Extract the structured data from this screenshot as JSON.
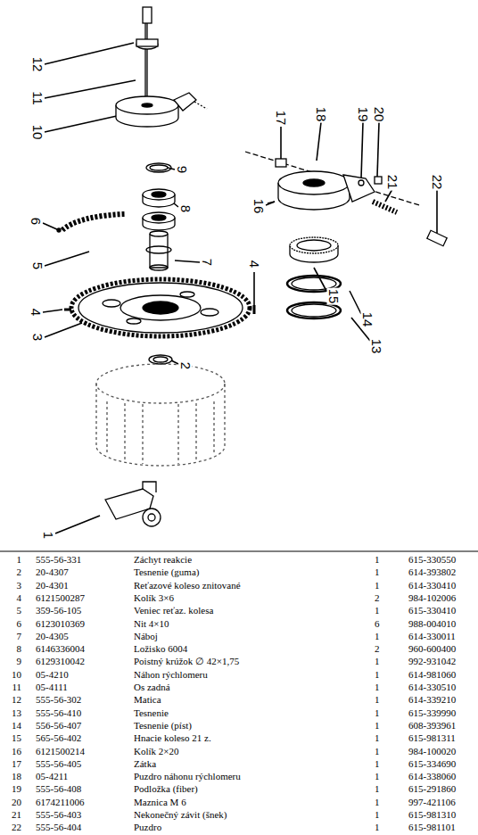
{
  "diagram": {
    "labels": [
      "12",
      "11",
      "10",
      "9",
      "8",
      "7",
      "6",
      "5",
      "4",
      "4",
      "3",
      "2",
      "1",
      "17",
      "16",
      "18",
      "19",
      "20",
      "21",
      "22",
      "15",
      "14",
      "13",
      "1",
      "555-56-331",
      "Záchyt reakcie",
      "1",
      "615-330550",
      "2",
      "20-4307",
      "Tesnenie (guma)",
      "1",
      "614-393802",
      "3",
      "20-4301",
      "Reťazové koleso znitované",
      "1",
      "614-330410",
      "4",
      "6121500287",
      "Kolík 3×6",
      "2",
      "984-102006",
      "5",
      "359-56-105",
      "Veniec reťaz. kolesa",
      "1",
      "615-330410",
      "6",
      "6123010369",
      "Nit 4×10",
      "6",
      "988-004010",
      "7",
      "20-4305",
      "Náboj",
      "1",
      "614-330011",
      "8",
      "6146336004",
      "Ložisko 6004",
      "2",
      "960-600400",
      "9",
      "6129310042",
      "Poistný krúžok ∅ 42×1,75",
      "1",
      "992-931042",
      "10",
      "05-4210",
      "Náhon rýchlomeru",
      "1",
      "614-981060",
      "11",
      "05-4111",
      "Os zadná",
      "1",
      "614-330510",
      "12",
      "555-56-302",
      "Matica",
      "1",
      "614-339210",
      "13",
      "555-56-410",
      "Tesnenie",
      "1",
      "615-339990",
      "14",
      "556-56-407",
      "Tesnenie (píst)",
      "1",
      "608-393961",
      "15",
      "565-56-402",
      "Hnacie koleso 21 z.",
      "1",
      "615-981311",
      "16",
      "6121500214",
      "Kolík 2×20",
      "1",
      "984-100020",
      "17",
      "555-56-405",
      "Zátka",
      "1",
      "615-334690",
      "18",
      "05-4211",
      "Puzdro náhonu rýchlomeru",
      "1",
      "614-338060",
      "19",
      "555-56-408",
      "Podložka (fiber)",
      "1",
      "615-291860",
      "20",
      "6174211006",
      "Maznica M 6",
      "1",
      "997-421106",
      "21",
      "555-56-403",
      "Nekonečný závit (šnek)",
      "1",
      "615-981310",
      "22",
      "555-56-404",
      "Puzdro",
      "1",
      "615-981101"
    ]
  }
}
